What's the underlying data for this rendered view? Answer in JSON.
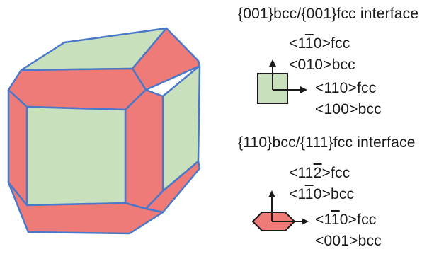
{
  "colors": {
    "fcc_face": "#c8e0bc",
    "bcc_face": "#ef7b78",
    "edge": "#4a78c8",
    "text": "#1a1a1a"
  },
  "section1": {
    "title": "{001}bcc/{001}fcc interface",
    "dir1": {
      "pre": "<1",
      "ol1": "1",
      "ol2": "0",
      "post": ">fcc"
    },
    "dir2": "<010>bcc",
    "dir3": "<110>fcc",
    "dir4": "<100>bcc",
    "icon": "green-square-with-axes"
  },
  "section2": {
    "title": "{110}bcc/{111}fcc interface",
    "dir1": {
      "pre": "<1",
      "mid": "1",
      "ol": "2",
      "post": ">fcc"
    },
    "dir2": {
      "pre": "<1",
      "ol": "1",
      "post": "0>bcc"
    },
    "dir3": {
      "pre": "<1",
      "ol": "1",
      "post": "0>fcc"
    },
    "dir4": "<001>bcc",
    "icon": "red-hexagon-with-axes"
  }
}
